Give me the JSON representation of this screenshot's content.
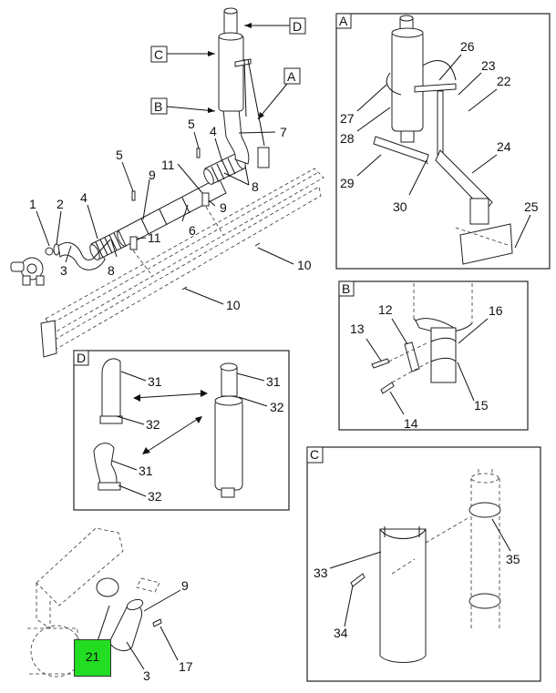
{
  "diagram": {
    "type": "exploded parts illustration",
    "subject": "Vertical exhaust system with muffler, stack and mounting brackets",
    "callout_tags": [
      "A",
      "B",
      "C",
      "D"
    ],
    "main_view": {
      "tag_labels": {
        "A": "A",
        "B": "B",
        "C": "C",
        "D": "D"
      },
      "part_labels": [
        "1",
        "2",
        "3",
        "4",
        "4",
        "5",
        "5",
        "6",
        "7",
        "8",
        "8",
        "9",
        "9",
        "10",
        "10",
        "11",
        "11"
      ]
    },
    "panel_A": {
      "title": "A",
      "part_labels": [
        "22",
        "23",
        "24",
        "25",
        "26",
        "27",
        "28",
        "29",
        "30"
      ]
    },
    "panel_B": {
      "title": "B",
      "part_labels": [
        "12",
        "13",
        "14",
        "15",
        "16"
      ]
    },
    "panel_C": {
      "title": "C",
      "part_labels": [
        "33",
        "34",
        "35"
      ]
    },
    "panel_D": {
      "title": "D",
      "part_labels": [
        "31",
        "32",
        "31",
        "32",
        "31",
        "32"
      ]
    },
    "engine_view": {
      "part_labels": [
        "9",
        "17",
        "3"
      ],
      "highlighted_part": "21",
      "highlight_color": "#22dd22"
    }
  }
}
